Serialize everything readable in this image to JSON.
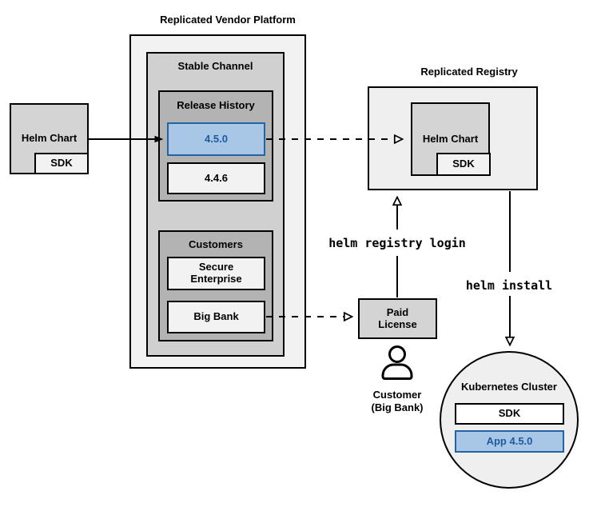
{
  "vendor_platform": {
    "title": "Replicated Vendor Platform",
    "stable_channel": {
      "label": "Stable Channel",
      "release_history": {
        "label": "Release History",
        "releases": [
          "4.5.0",
          "4.4.6"
        ]
      },
      "customers": {
        "label": "Customers",
        "items": [
          "Secure Enterprise",
          "Big Bank"
        ]
      }
    }
  },
  "source": {
    "chart_label": "Helm Chart",
    "sdk_label": "SDK"
  },
  "registry": {
    "title": "Replicated Registry",
    "chart_label": "Helm Chart",
    "sdk_label": "SDK"
  },
  "license": {
    "label": "Paid License"
  },
  "customer": {
    "label": "Customer (Big Bank)",
    "icon": "person-icon"
  },
  "commands": {
    "registry_login": "helm registry login",
    "install": "helm install"
  },
  "cluster": {
    "title": "Kubernetes Cluster",
    "sdk_label": "SDK",
    "app_label": "App 4.5.0"
  },
  "colors": {
    "highlight_fill": "#a8c7e7",
    "highlight_border": "#2464a4",
    "highlight_text": "#1d5a9e",
    "outer_box_fill": "#f2f2f2",
    "channel_fill": "#d0d0d0",
    "group_fill": "#b3b3b3",
    "chart_fill": "#d4d4d4",
    "line_color": "#000000"
  }
}
